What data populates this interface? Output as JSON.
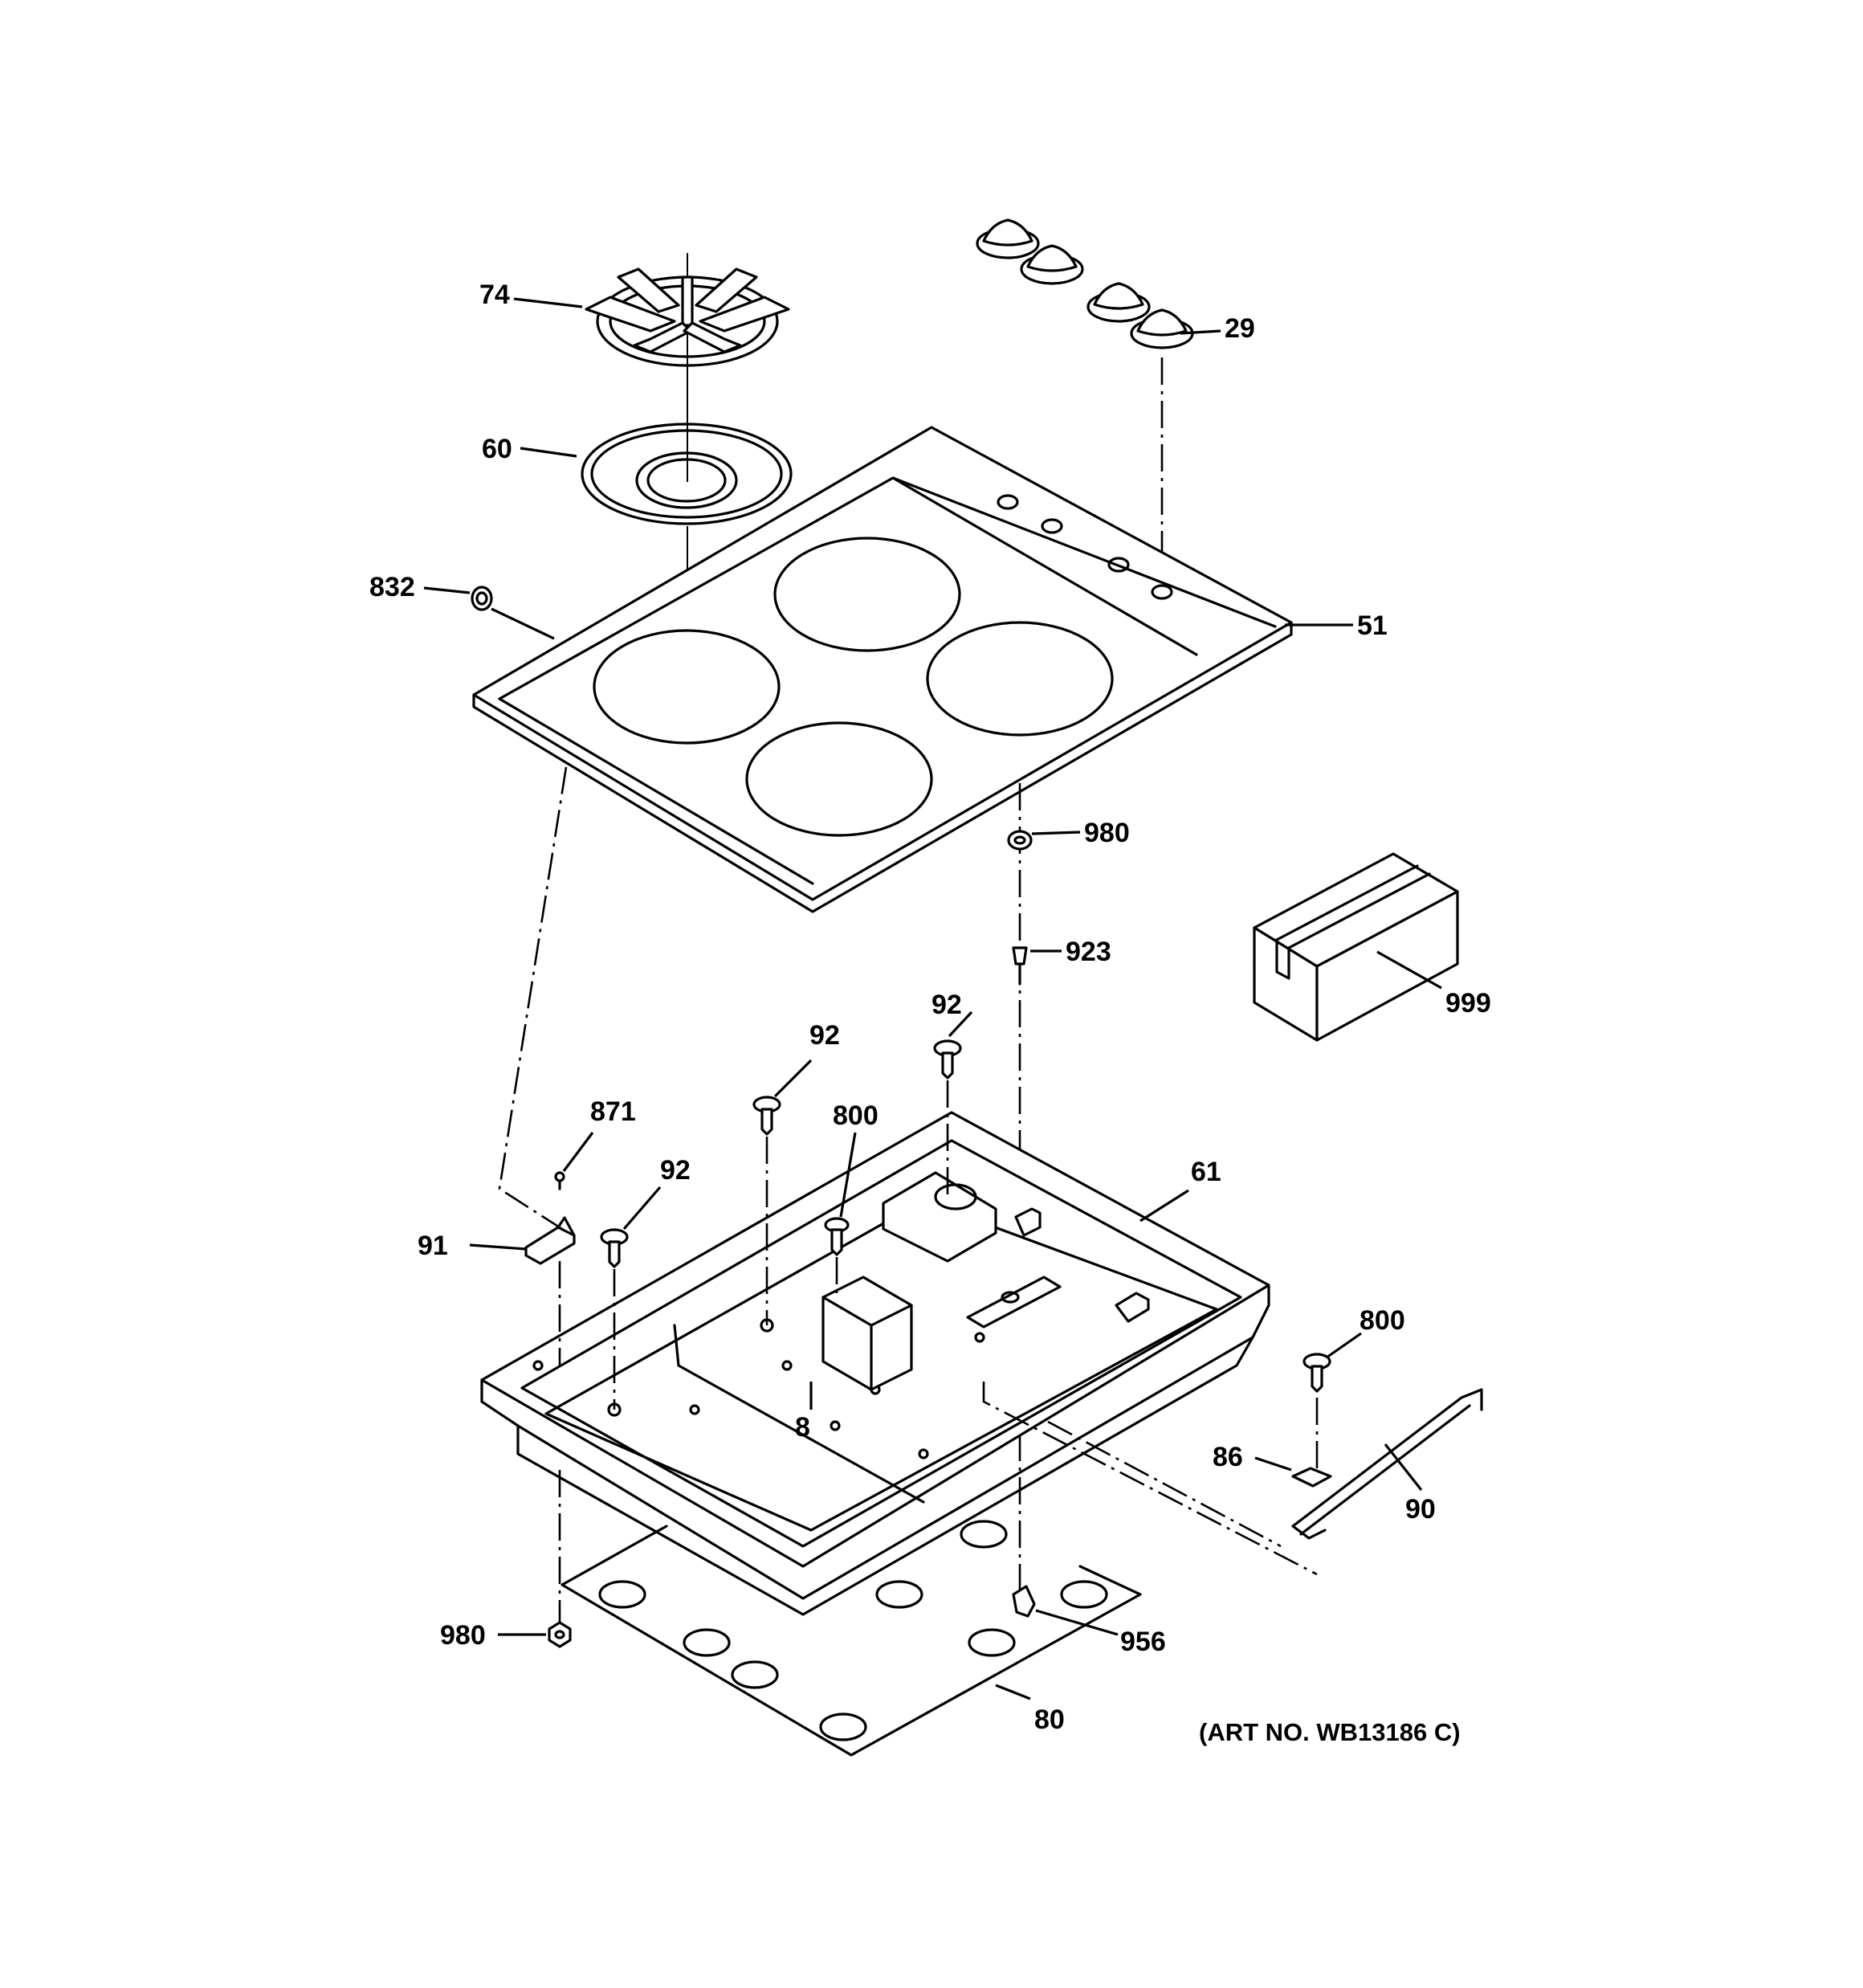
{
  "callouts": {
    "c74": "74",
    "c60": "60",
    "c29": "29",
    "c832": "832",
    "c51": "51",
    "c980_top": "980",
    "c923": "923",
    "c999": "999",
    "c92_a": "92",
    "c92_b": "92",
    "c92_c": "92",
    "c871": "871",
    "c800_a": "800",
    "c61": "61",
    "c91": "91",
    "c800_b": "800",
    "c8": "8",
    "c86": "86",
    "c90": "90",
    "c980_bottom": "980",
    "c956": "956",
    "c80": "80"
  },
  "art_number": "(ART NO. WB13186 C)"
}
